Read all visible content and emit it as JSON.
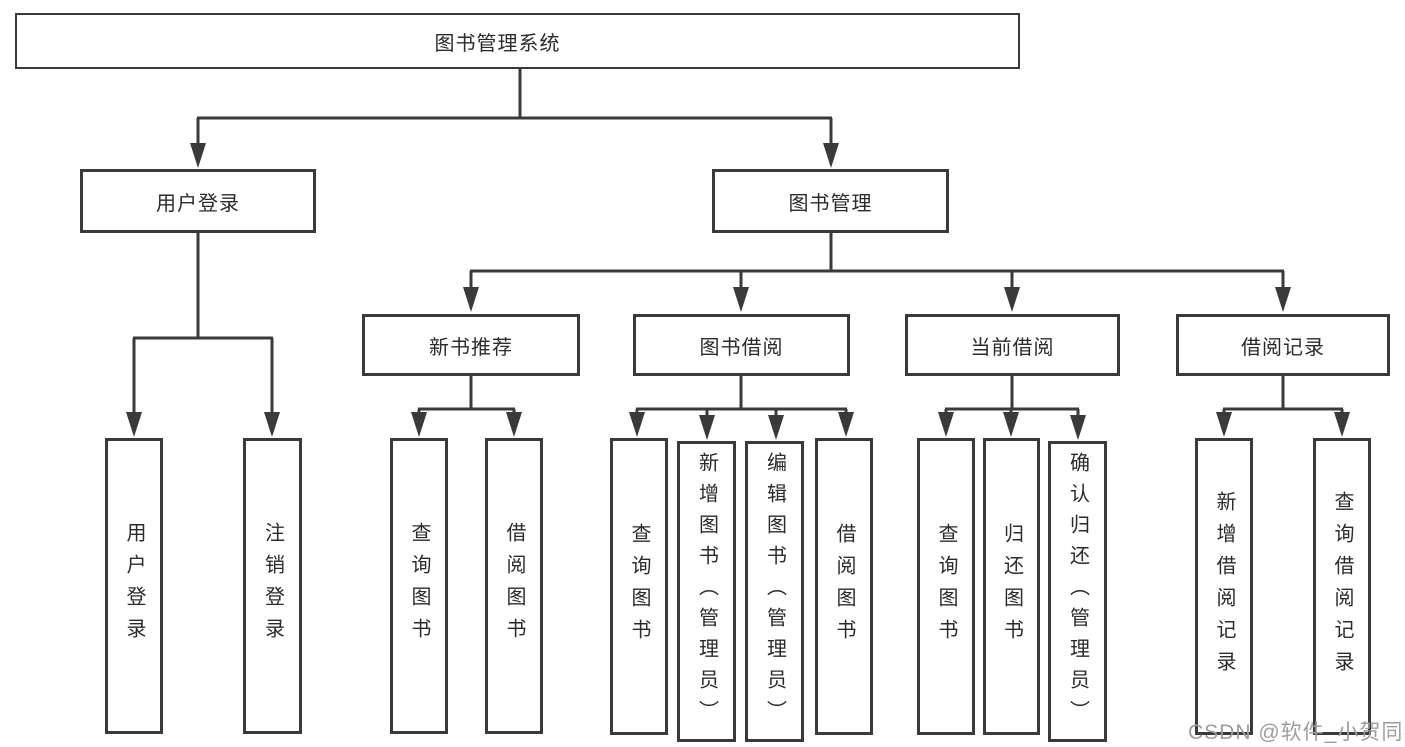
{
  "root": {
    "label": "图书管理系统"
  },
  "branches": [
    {
      "label": "用户登录",
      "children": [
        {
          "label": "用户登录"
        },
        {
          "label": "注销登录"
        }
      ]
    },
    {
      "label": "图书管理",
      "children": [
        {
          "label": "新书推荐",
          "children": [
            {
              "label": "查询图书"
            },
            {
              "label": "借阅图书"
            }
          ]
        },
        {
          "label": "图书借阅",
          "children": [
            {
              "label": "查询图书"
            },
            {
              "label": "新增图书（管理员）"
            },
            {
              "label": "编辑图书（管理员）"
            },
            {
              "label": "借阅图书"
            }
          ]
        },
        {
          "label": "当前借阅",
          "children": [
            {
              "label": "查询图书"
            },
            {
              "label": "归还图书"
            },
            {
              "label": "确认归还（管理员）"
            }
          ]
        },
        {
          "label": "借阅记录",
          "children": [
            {
              "label": "新增借阅记录"
            },
            {
              "label": "查询借阅记录"
            }
          ]
        }
      ]
    }
  ],
  "watermark": {
    "text": "CSDN @软件_小贺同学"
  },
  "colors": {
    "line": "#3a3a3a",
    "text": "#2b2b2b",
    "background": "#ffffff",
    "watermark": "#9e9e9e"
  }
}
